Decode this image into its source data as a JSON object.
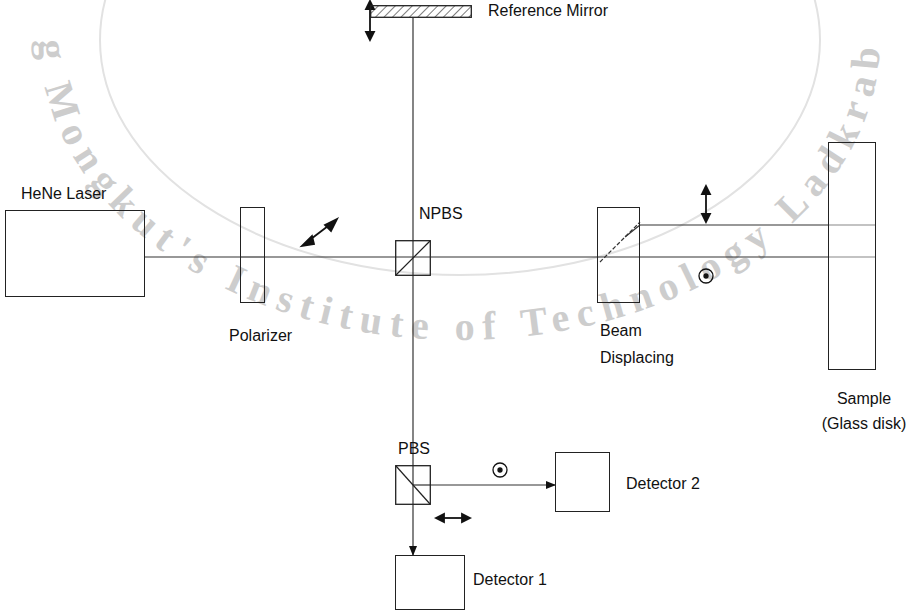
{
  "diagram": {
    "nodes": [
      {
        "text": [
          "HeNe Laser"
        ]
      },
      {
        "text": [
          "Polarizer"
        ]
      },
      {
        "text": [
          "NPBS"
        ]
      },
      {
        "text": [
          "Beam Displacing"
        ]
      },
      {
        "text": [
          "Sample (Glass disk)"
        ]
      },
      {
        "text": [
          "Reference Mirror"
        ]
      },
      {
        "text": [
          "PBS"
        ]
      },
      {
        "text": [
          "Detector 2"
        ]
      },
      {
        "text": [
          "Detector 1"
        ]
      }
    ],
    "edges": [
      {
        "from": 0,
        "to": 1,
        "arrow": "none"
      },
      {
        "from": 1,
        "to": 2,
        "arrow": "none"
      },
      {
        "from": 2,
        "to": 3,
        "arrow": "none"
      },
      {
        "from": 3,
        "to": 4,
        "arrow": "none"
      },
      {
        "from": 2,
        "to": 5,
        "arrow": "none"
      },
      {
        "from": 2,
        "to": 6,
        "arrow": "none"
      },
      {
        "from": 6,
        "to": 7,
        "arrow": "to"
      },
      {
        "from": 6,
        "to": 8,
        "arrow": "to"
      }
    ],
    "labels": [
      "g Mongkut's Institute of Technology Ladkrab"
    ]
  }
}
